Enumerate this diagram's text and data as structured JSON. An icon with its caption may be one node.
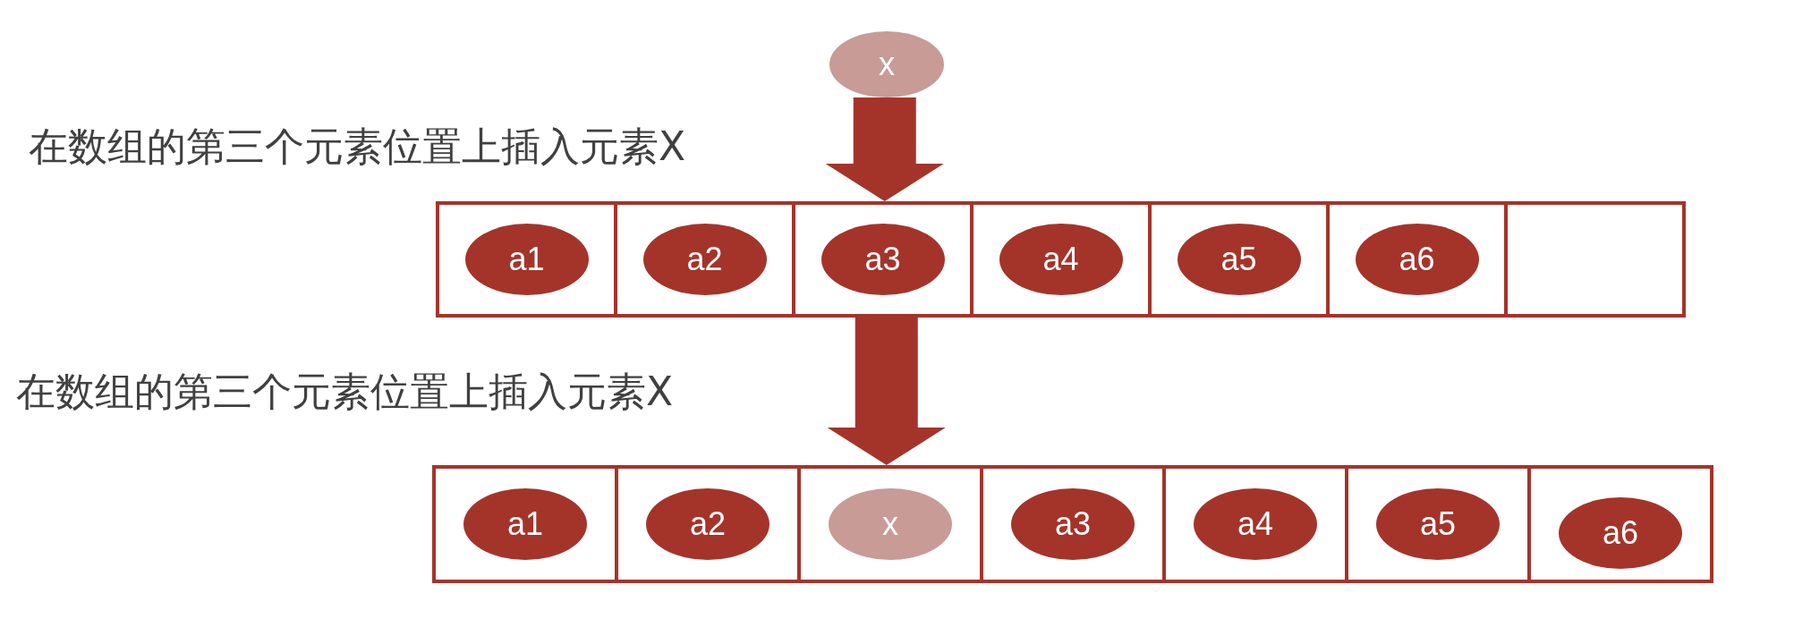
{
  "diagram": {
    "nodes": [
      {
        "text": [
          "x"
        ]
      },
      {
        "text": [],
        "shape": "box"
      },
      {
        "text": [
          "a1"
        ],
        "in": 1
      },
      {
        "text": [],
        "shape": "box"
      },
      {
        "text": [
          "a2"
        ],
        "in": 3
      },
      {
        "text": [],
        "shape": "box"
      },
      {
        "text": [
          "a3"
        ],
        "in": 5
      },
      {
        "text": [],
        "shape": "box"
      },
      {
        "text": [
          "a4"
        ],
        "in": 7
      },
      {
        "text": [],
        "shape": "box"
      },
      {
        "text": [
          "a5"
        ],
        "in": 9
      },
      {
        "text": [],
        "shape": "box"
      },
      {
        "text": [
          "a6"
        ],
        "in": 11
      },
      {
        "text": [],
        "shape": "box"
      },
      {
        "text": [],
        "shape": "box"
      },
      {
        "text": [
          "a1"
        ],
        "in": 14
      },
      {
        "text": [],
        "shape": "box"
      },
      {
        "text": [
          "a2"
        ],
        "in": 16
      },
      {
        "text": [],
        "shape": "box"
      },
      {
        "text": [
          "x"
        ],
        "in": 18
      },
      {
        "text": [],
        "shape": "box"
      },
      {
        "text": [
          "a3"
        ],
        "in": 20
      },
      {
        "text": [],
        "shape": "box"
      },
      {
        "text": [
          "a4"
        ],
        "in": 22
      },
      {
        "text": [],
        "shape": "box"
      },
      {
        "text": [
          "a5"
        ],
        "in": 24
      },
      {
        "text": [],
        "shape": "box"
      },
      {
        "text": [
          "a6"
        ],
        "in": 26
      }
    ],
    "edges": [
      {
        "from": 0,
        "to": 5,
        "arrow": "to"
      },
      {
        "from": 5,
        "to": 18,
        "arrow": "to"
      }
    ],
    "labels": [
      "在数组的第三个元素位置上插入元素X",
      "在数组的第三个元素位置上插入元素X"
    ]
  }
}
